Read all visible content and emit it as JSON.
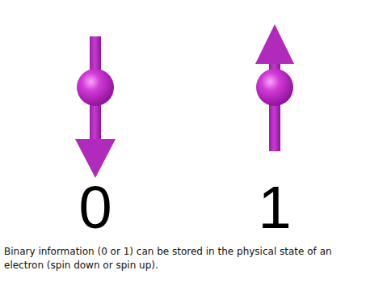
{
  "diagram": {
    "caption": "Binary information (0 or 1) can be stored in the physical state of an electron (spin down or spin up).",
    "labels": [
      "0",
      "1"
    ]
  }
}
